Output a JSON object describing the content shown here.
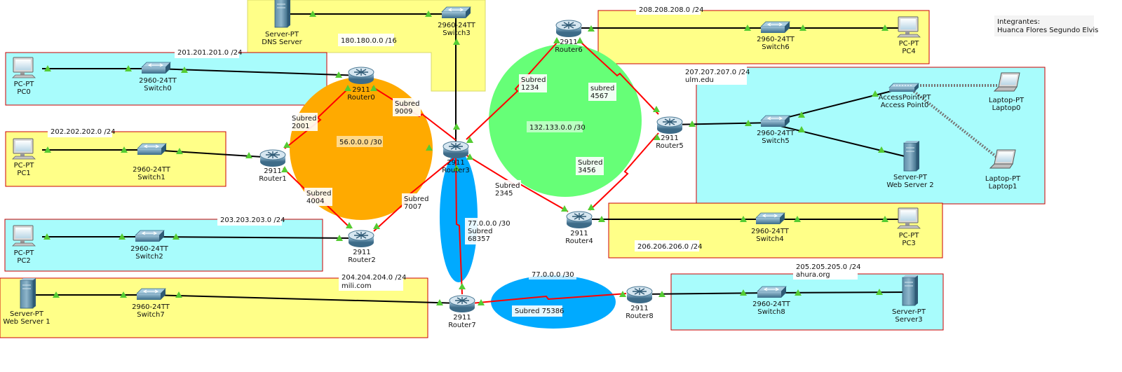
{
  "author": {
    "heading": "Integrantes:",
    "name": "Huanca Flores Segundo Elvis"
  },
  "colors": {
    "yellow": "#ffff88",
    "cyan": "#a8fcfc",
    "orange": "#ffaa00",
    "green": "#66ff77",
    "blue": "#00aaff",
    "link_red": "#ff0000",
    "link_black": "#000000"
  },
  "networks": {
    "n180": {
      "label": "180.180.0.0 /16"
    },
    "n201": {
      "label": "201.201.201.0 /24"
    },
    "n202": {
      "label": "202.202.202.0 /24"
    },
    "n203": {
      "label": "203.203.203.0 /24"
    },
    "n204": {
      "label": "204.204.204.0 /24",
      "domain": "mili.com"
    },
    "n208": {
      "label": "208.208.208.0 /24"
    },
    "n207": {
      "label": "207.207.207.0 /24",
      "domain": "ulm.edu"
    },
    "n206": {
      "label": "206.206.206.0 /24"
    },
    "n205": {
      "label": "205.205.205.0 /24",
      "domain": "ahura.org"
    },
    "orange": {
      "label": "56.0.0.0 /30"
    },
    "green": {
      "label": "132.133.0.0 /30"
    },
    "blue_v": {
      "label": "77.0.0.0 /30",
      "subred": "Subred",
      "num": "68357"
    },
    "blue_h": {
      "label": "77.0.0.0 /30",
      "subred": "Subred 75386"
    }
  },
  "subnets": {
    "s2001": {
      "word": "Subred",
      "num": "2001"
    },
    "s9009": {
      "word": "Subred",
      "num": "9009"
    },
    "s4004": {
      "word": "Subred",
      "num": "4004"
    },
    "s7007": {
      "word": "Subred",
      "num": "7007"
    },
    "s1234": {
      "word": "Subred",
      "num": "1234"
    },
    "s4567": {
      "word": "subred",
      "num": "4567"
    },
    "s3456": {
      "word": "Subred",
      "num": "3456"
    },
    "s2345": {
      "word": "Subred",
      "num": "2345"
    }
  },
  "devices": {
    "dns": {
      "type": "Server-PT",
      "name": "DNS Server",
      "icon": "server-icon"
    },
    "switch3": {
      "type": "2960-24TT",
      "name": "Switch3",
      "icon": "switch-icon"
    },
    "pc0": {
      "type": "PC-PT",
      "name": "PC0",
      "icon": "pc-icon"
    },
    "switch0": {
      "type": "2960-24TT",
      "name": "Switch0",
      "icon": "switch-icon"
    },
    "router0": {
      "type": "2911",
      "name": "Router0",
      "icon": "router-icon"
    },
    "pc1": {
      "type": "PC-PT",
      "name": "PC1",
      "icon": "pc-icon"
    },
    "switch1": {
      "type": "2960-24TT",
      "name": "Switch1",
      "icon": "switch-icon"
    },
    "router1": {
      "type": "2911",
      "name": "Router1",
      "icon": "router-icon"
    },
    "pc2": {
      "type": "PC-PT",
      "name": "PC2",
      "icon": "pc-icon"
    },
    "switch2": {
      "type": "2960-24TT",
      "name": "Switch2",
      "icon": "switch-icon"
    },
    "router2": {
      "type": "2911",
      "name": "Router2",
      "icon": "router-icon"
    },
    "web1": {
      "type": "Server-PT",
      "name": "Web Server 1",
      "icon": "server-icon"
    },
    "switch7": {
      "type": "2960-24TT",
      "name": "Switch7",
      "icon": "switch-icon"
    },
    "router7": {
      "type": "2911",
      "name": "Router7",
      "icon": "router-icon"
    },
    "router3": {
      "type": "2911",
      "name": "Router3",
      "icon": "router-icon"
    },
    "router6": {
      "type": "2911",
      "name": "Router6",
      "icon": "router-icon"
    },
    "switch6": {
      "type": "2960-24TT",
      "name": "Switch6",
      "icon": "switch-icon"
    },
    "pc4": {
      "type": "PC-PT",
      "name": "PC4",
      "icon": "pc-icon"
    },
    "router5": {
      "type": "2911",
      "name": "Router5",
      "icon": "router-icon"
    },
    "switch5": {
      "type": "2960-24TT",
      "name": "Switch5",
      "icon": "switch-icon"
    },
    "ap0": {
      "type": "AccessPoint-PT",
      "name": "Access Point0",
      "icon": "access-point-icon"
    },
    "laptop0": {
      "type": "Laptop-PT",
      "name": "Laptop0",
      "icon": "laptop-icon"
    },
    "web2": {
      "type": "Server-PT",
      "name": "Web Server 2",
      "icon": "server-icon"
    },
    "laptop1": {
      "type": "Laptop-PT",
      "name": "Laptop1",
      "icon": "laptop-icon"
    },
    "router4": {
      "type": "2911",
      "name": "Router4",
      "icon": "router-icon"
    },
    "switch4": {
      "type": "2960-24TT",
      "name": "Switch4",
      "icon": "switch-icon"
    },
    "pc3": {
      "type": "PC-PT",
      "name": "PC3",
      "icon": "pc-icon"
    },
    "router8": {
      "type": "2911",
      "name": "Router8",
      "icon": "router-icon"
    },
    "switch8": {
      "type": "2960-24TT",
      "name": "Switch8",
      "icon": "switch-icon"
    },
    "server3": {
      "type": "Server-PT",
      "name": "Server3",
      "icon": "server-icon"
    }
  }
}
